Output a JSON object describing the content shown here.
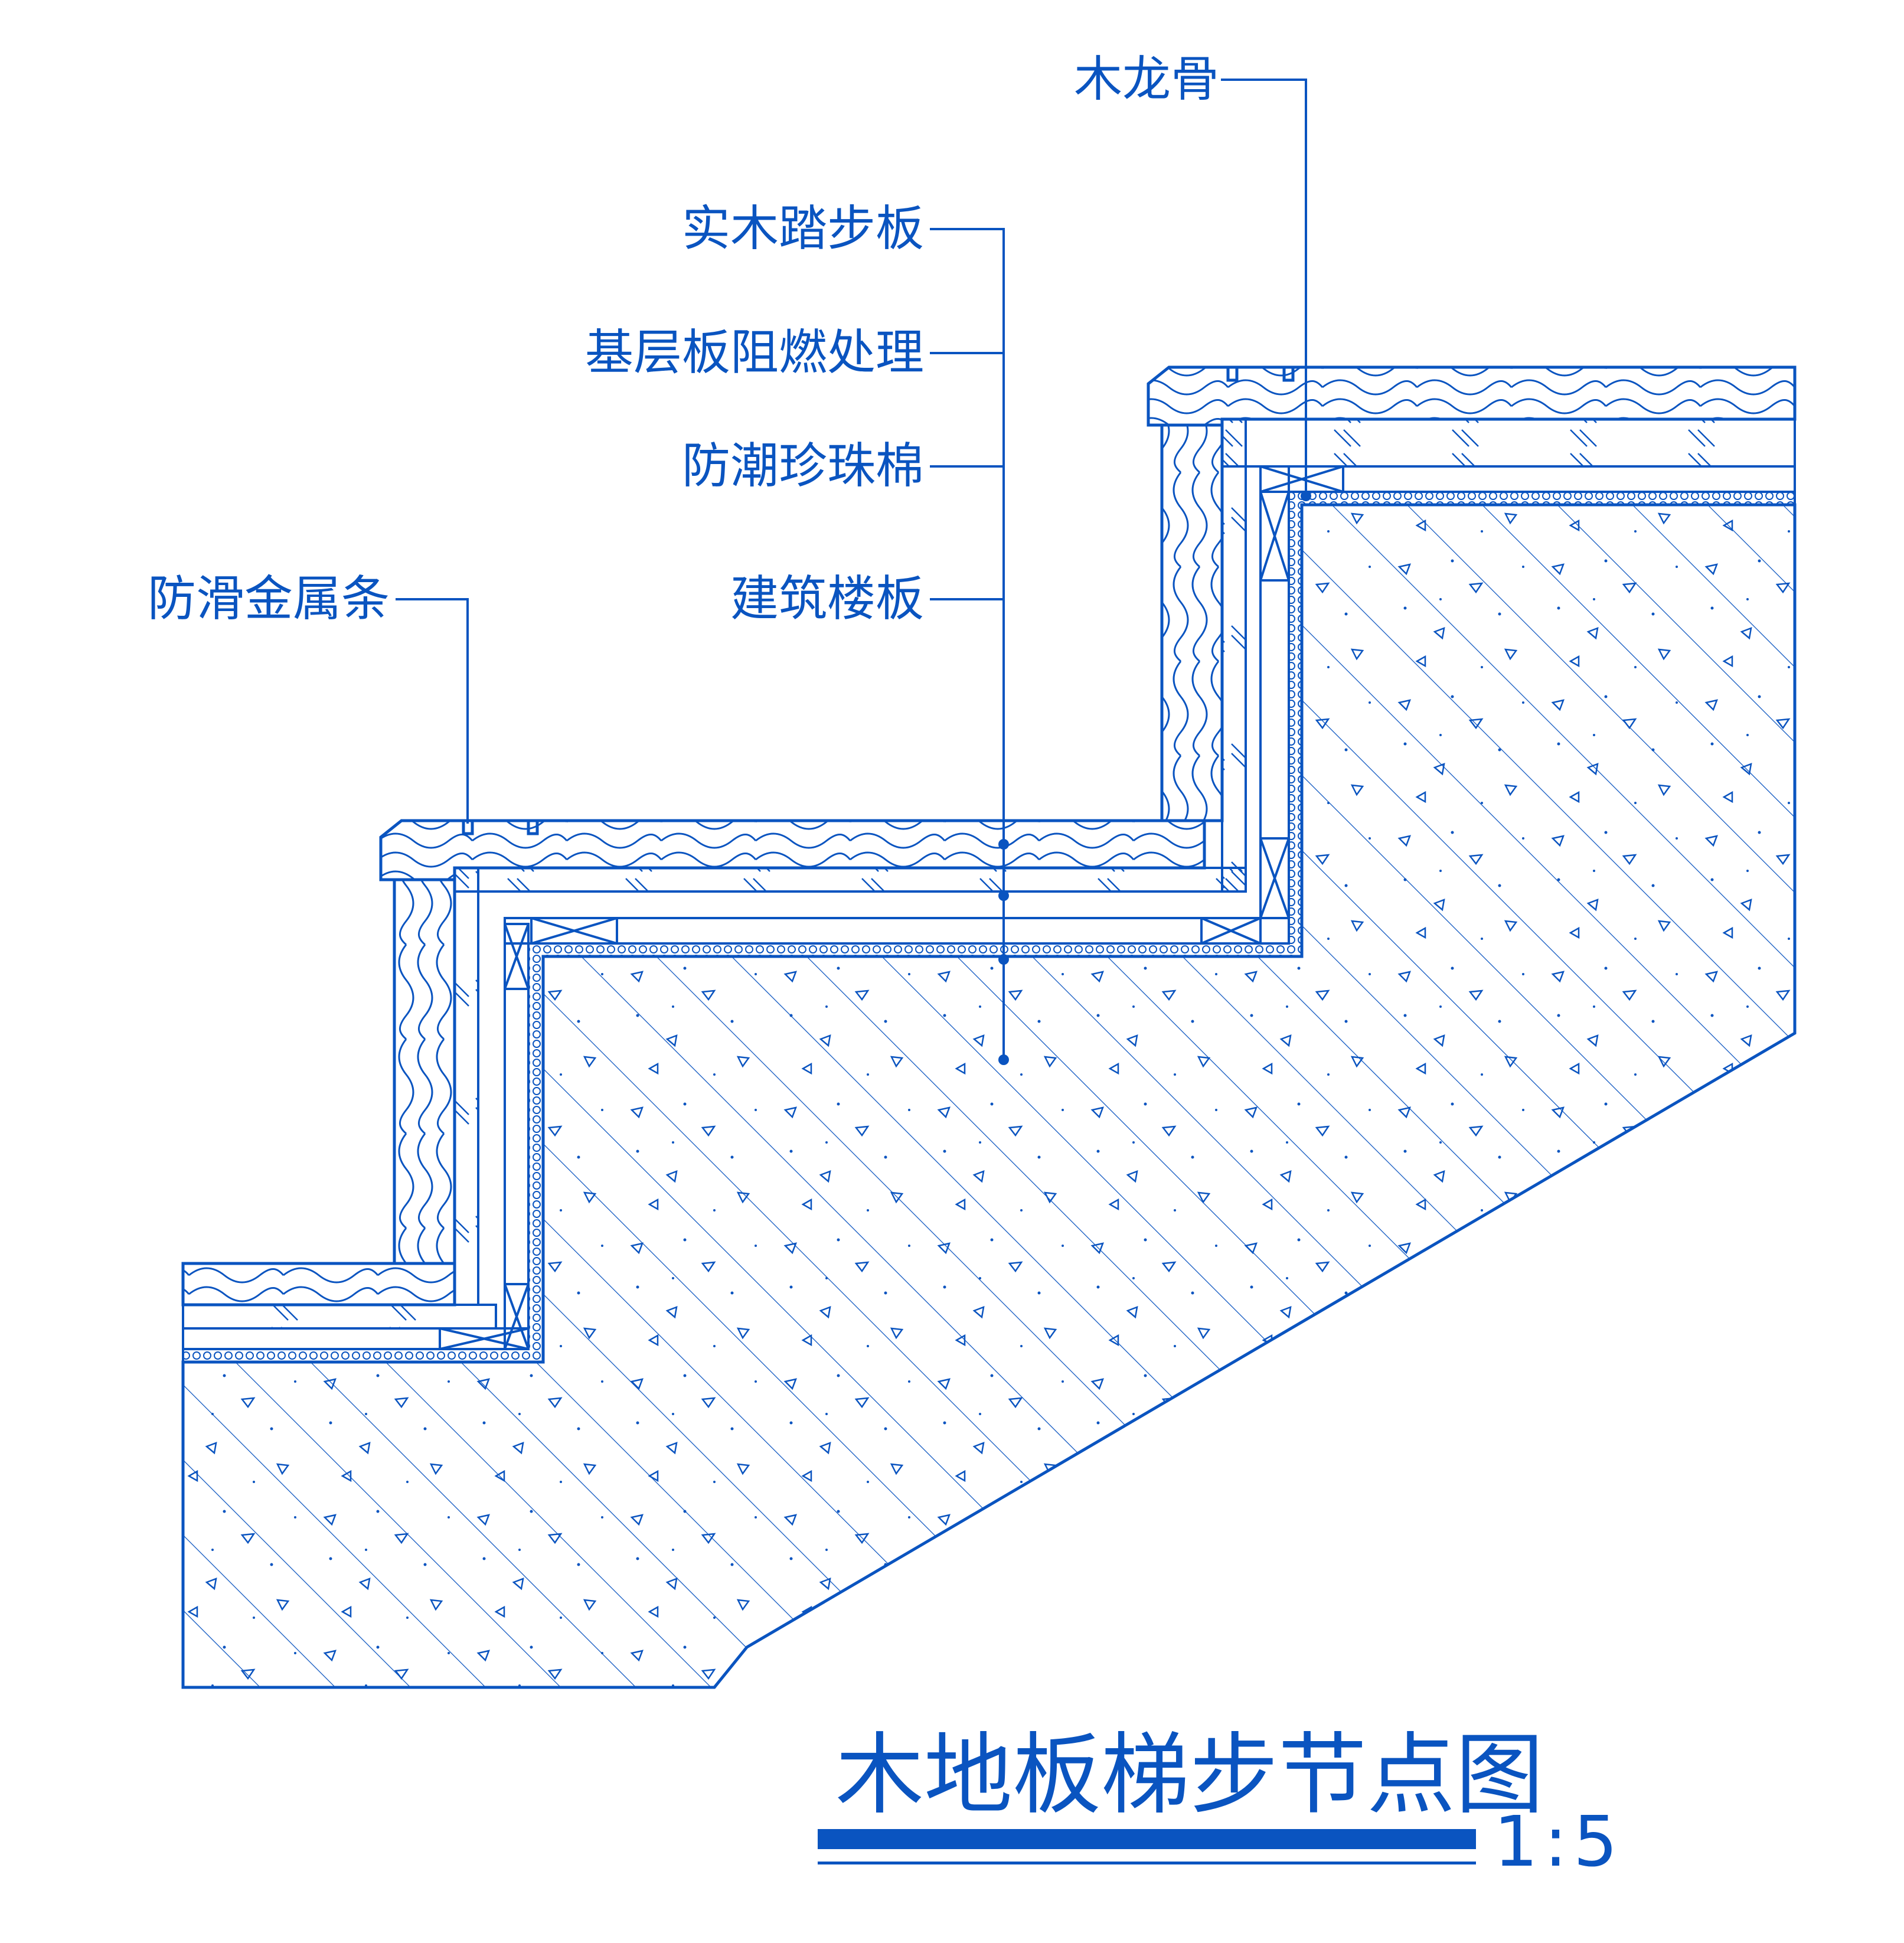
{
  "colors": {
    "line": "#0a54c0",
    "background": "#ffffff"
  },
  "labels": {
    "keel": "木龙骨",
    "tread": "实木踏步板",
    "base_board": "基层板阻燃处理",
    "foam": "防潮珍珠棉",
    "slab": "建筑楼板",
    "anti_slip": "防滑金属条"
  },
  "title": "木地板梯步节点图",
  "scale": "1:5"
}
